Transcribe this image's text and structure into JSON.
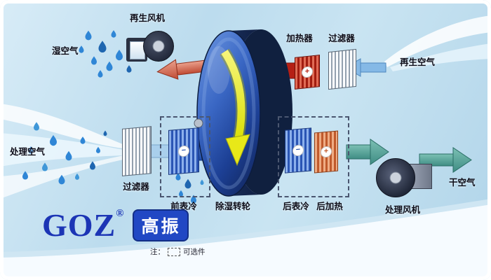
{
  "labels": {
    "regen_fan": "再生风机",
    "wet_air": "湿空气",
    "heater": "加热器",
    "filter_top": "过滤器",
    "regen_air": "再生空气",
    "process_air": "处理空气",
    "filter_bottom": "过滤器",
    "pre_cool": "前表冷",
    "wheel": "除湿转轮",
    "after_cool": "后表冷",
    "after_heat": "后加热",
    "process_fan": "处理风机",
    "dry_air": "干空气"
  },
  "symbols": {
    "heater_plus": "+",
    "pre_cool_minus": "−",
    "after_cool_minus": "−",
    "after_heat_plus": "+"
  },
  "logo": {
    "name": "GOZ",
    "registered": "®",
    "brand": "高振"
  },
  "note": {
    "prefix": "注：",
    "suffix": "可选件"
  },
  "colors": {
    "background": "#bcd9ea",
    "wheel_face": "#2e5cb8",
    "wheel_rim": "#16294f",
    "regen_flow": "#c0452f",
    "process_flow": "#2a62c4",
    "dry_flow": "#4fa39a",
    "optional_dash": "#4a5670",
    "logo_blue": "#1c35b5"
  }
}
